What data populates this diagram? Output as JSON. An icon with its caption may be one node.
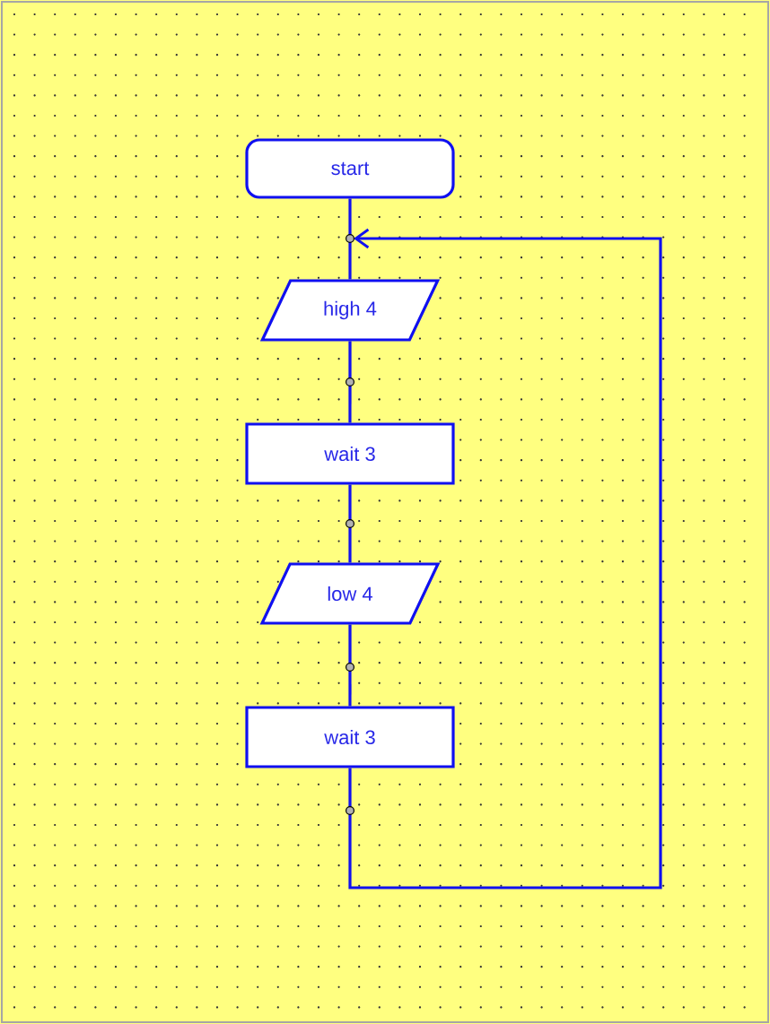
{
  "diagram": {
    "nodes": [
      {
        "text": [
          "start"
        ]
      },
      {
        "text": [
          "high 4"
        ]
      },
      {
        "text": [
          "wait 3"
        ]
      },
      {
        "text": [
          "low 4"
        ]
      },
      {
        "text": [
          "wait 3"
        ]
      }
    ],
    "edges": [
      {
        "from": 0,
        "to": 1,
        "arrow": "none"
      },
      {
        "from": 1,
        "to": 2,
        "arrow": "none"
      },
      {
        "from": 2,
        "to": 3,
        "arrow": "none"
      },
      {
        "from": 3,
        "to": 4,
        "arrow": "none"
      },
      {
        "from": 4,
        "to": 1,
        "arrow": "to"
      }
    ]
  }
}
